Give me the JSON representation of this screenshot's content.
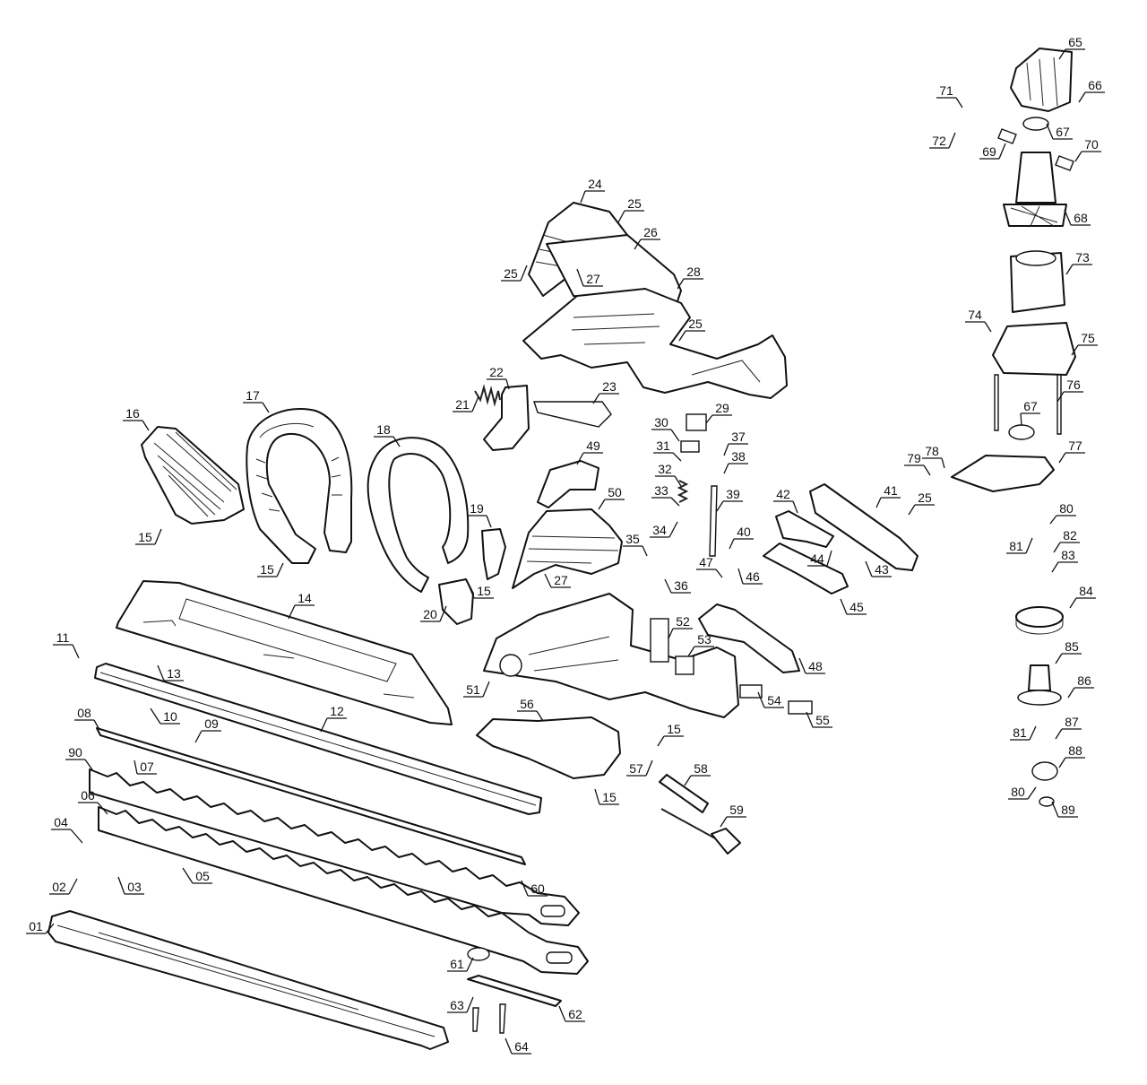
{
  "diagram": {
    "type": "exploded-parts-view",
    "callouts": [
      {
        "id": "c01",
        "label": "01"
      },
      {
        "id": "c02",
        "label": "02"
      },
      {
        "id": "c03",
        "label": "03"
      },
      {
        "id": "c04",
        "label": "04"
      },
      {
        "id": "c05",
        "label": "05"
      },
      {
        "id": "c06",
        "label": "06"
      },
      {
        "id": "c07",
        "label": "07"
      },
      {
        "id": "c08",
        "label": "08"
      },
      {
        "id": "c09",
        "label": "09"
      },
      {
        "id": "c10",
        "label": "10"
      },
      {
        "id": "c11",
        "label": "11"
      },
      {
        "id": "c12",
        "label": "12"
      },
      {
        "id": "c13",
        "label": "13"
      },
      {
        "id": "c14",
        "label": "14"
      },
      {
        "id": "c15a",
        "label": "15"
      },
      {
        "id": "c15b",
        "label": "15"
      },
      {
        "id": "c15c",
        "label": "15"
      },
      {
        "id": "c15d",
        "label": "15"
      },
      {
        "id": "c15e",
        "label": "15"
      },
      {
        "id": "c16",
        "label": "16"
      },
      {
        "id": "c17",
        "label": "17"
      },
      {
        "id": "c18",
        "label": "18"
      },
      {
        "id": "c19",
        "label": "19"
      },
      {
        "id": "c20",
        "label": "20"
      },
      {
        "id": "c21",
        "label": "21"
      },
      {
        "id": "c22",
        "label": "22"
      },
      {
        "id": "c23",
        "label": "23"
      },
      {
        "id": "c24",
        "label": "24"
      },
      {
        "id": "c25a",
        "label": "25"
      },
      {
        "id": "c25b",
        "label": "25"
      },
      {
        "id": "c25c",
        "label": "25"
      },
      {
        "id": "c25d",
        "label": "25"
      },
      {
        "id": "c26",
        "label": "26"
      },
      {
        "id": "c27a",
        "label": "27"
      },
      {
        "id": "c27b",
        "label": "27"
      },
      {
        "id": "c28",
        "label": "28"
      },
      {
        "id": "c29",
        "label": "29"
      },
      {
        "id": "c30",
        "label": "30"
      },
      {
        "id": "c31",
        "label": "31"
      },
      {
        "id": "c32",
        "label": "32"
      },
      {
        "id": "c33",
        "label": "33"
      },
      {
        "id": "c34",
        "label": "34"
      },
      {
        "id": "c35",
        "label": "35"
      },
      {
        "id": "c36",
        "label": "36"
      },
      {
        "id": "c37",
        "label": "37"
      },
      {
        "id": "c38",
        "label": "38"
      },
      {
        "id": "c39",
        "label": "39"
      },
      {
        "id": "c40",
        "label": "40"
      },
      {
        "id": "c41",
        "label": "41"
      },
      {
        "id": "c42",
        "label": "42"
      },
      {
        "id": "c43",
        "label": "43"
      },
      {
        "id": "c44",
        "label": "44"
      },
      {
        "id": "c45",
        "label": "45"
      },
      {
        "id": "c46",
        "label": "46"
      },
      {
        "id": "c47",
        "label": "47"
      },
      {
        "id": "c48",
        "label": "48"
      },
      {
        "id": "c49",
        "label": "49"
      },
      {
        "id": "c50",
        "label": "50"
      },
      {
        "id": "c51",
        "label": "51"
      },
      {
        "id": "c52",
        "label": "52"
      },
      {
        "id": "c53",
        "label": "53"
      },
      {
        "id": "c54",
        "label": "54"
      },
      {
        "id": "c55",
        "label": "55"
      },
      {
        "id": "c56",
        "label": "56"
      },
      {
        "id": "c57",
        "label": "57"
      },
      {
        "id": "c58",
        "label": "58"
      },
      {
        "id": "c59",
        "label": "59"
      },
      {
        "id": "c60",
        "label": "60"
      },
      {
        "id": "c61",
        "label": "61"
      },
      {
        "id": "c62",
        "label": "62"
      },
      {
        "id": "c63",
        "label": "63"
      },
      {
        "id": "c64",
        "label": "64"
      },
      {
        "id": "c65",
        "label": "65"
      },
      {
        "id": "c66",
        "label": "66"
      },
      {
        "id": "c67a",
        "label": "67"
      },
      {
        "id": "c67b",
        "label": "67"
      },
      {
        "id": "c68",
        "label": "68"
      },
      {
        "id": "c69",
        "label": "69"
      },
      {
        "id": "c70",
        "label": "70"
      },
      {
        "id": "c71",
        "label": "71"
      },
      {
        "id": "c72",
        "label": "72"
      },
      {
        "id": "c73",
        "label": "73"
      },
      {
        "id": "c74",
        "label": "74"
      },
      {
        "id": "c75",
        "label": "75"
      },
      {
        "id": "c76",
        "label": "76"
      },
      {
        "id": "c77",
        "label": "77"
      },
      {
        "id": "c78",
        "label": "78"
      },
      {
        "id": "c79",
        "label": "79"
      },
      {
        "id": "c80a",
        "label": "80"
      },
      {
        "id": "c80b",
        "label": "80"
      },
      {
        "id": "c81a",
        "label": "81"
      },
      {
        "id": "c81b",
        "label": "81"
      },
      {
        "id": "c82",
        "label": "82"
      },
      {
        "id": "c83",
        "label": "83"
      },
      {
        "id": "c84",
        "label": "84"
      },
      {
        "id": "c85",
        "label": "85"
      },
      {
        "id": "c86",
        "label": "86"
      },
      {
        "id": "c87",
        "label": "87"
      },
      {
        "id": "c88",
        "label": "88"
      },
      {
        "id": "c89",
        "label": "89"
      },
      {
        "id": "c90",
        "label": "90"
      }
    ]
  }
}
